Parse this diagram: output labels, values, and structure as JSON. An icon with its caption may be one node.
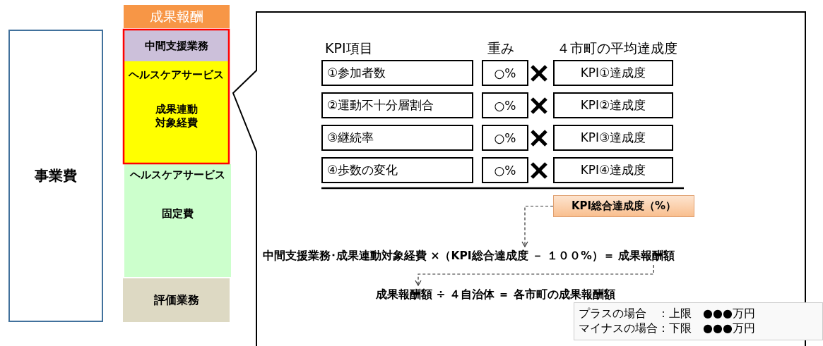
{
  "diagram": {
    "nodes": [
      {
        "text": [
          "事業費"
        ]
      },
      {
        "text": [
          "成果報酬"
        ]
      },
      {
        "text": [
          "中間支援業務"
        ]
      },
      {
        "text": [
          "ヘルスケアサービス",
          "成果連動対象経費"
        ]
      },
      {
        "text": [
          "ヘルスケアサービス",
          "固定費"
        ]
      },
      {
        "text": [
          "評価業務"
        ]
      },
      {
        "text": [
          "①参加者数"
        ]
      },
      {
        "text": [
          "○%"
        ]
      },
      {
        "text": [
          "KPI①達成度"
        ]
      },
      {
        "text": [
          "②運動不十分層割合"
        ]
      },
      {
        "text": [
          "○%"
        ]
      },
      {
        "text": [
          "KPI②達成度"
        ]
      },
      {
        "text": [
          "③継続率"
        ]
      },
      {
        "text": [
          "○%"
        ]
      },
      {
        "text": [
          "KPI③達成度"
        ]
      },
      {
        "text": [
          "④歩数の変化"
        ]
      },
      {
        "text": [
          "○%"
        ]
      },
      {
        "text": [
          "KPI④達成度"
        ]
      },
      {
        "text": [
          "KPI総合達成度（%）"
        ]
      },
      {
        "text": [
          "中間支援業務･成果連動対象経費 ×（KPI総合達成度 － １００%）＝ 成果報酬額"
        ]
      },
      {
        "text": [
          "成果報酬額 ÷ ４自治体 ＝ 各市町の成果報酬額"
        ]
      },
      {
        "text": [
          "プラスの場合　：上限　●●●万円",
          "マイナスの場合：下限　●●●万円"
        ]
      }
    ],
    "edges": [
      {
        "from": 18,
        "to": 19,
        "arrow": "to",
        "style": "dashed"
      },
      {
        "from": 19,
        "to": 20,
        "arrow": "to",
        "style": "dashed"
      }
    ],
    "labels": [
      "KPI項目",
      "重み",
      "４市町の平均達成度"
    ]
  }
}
